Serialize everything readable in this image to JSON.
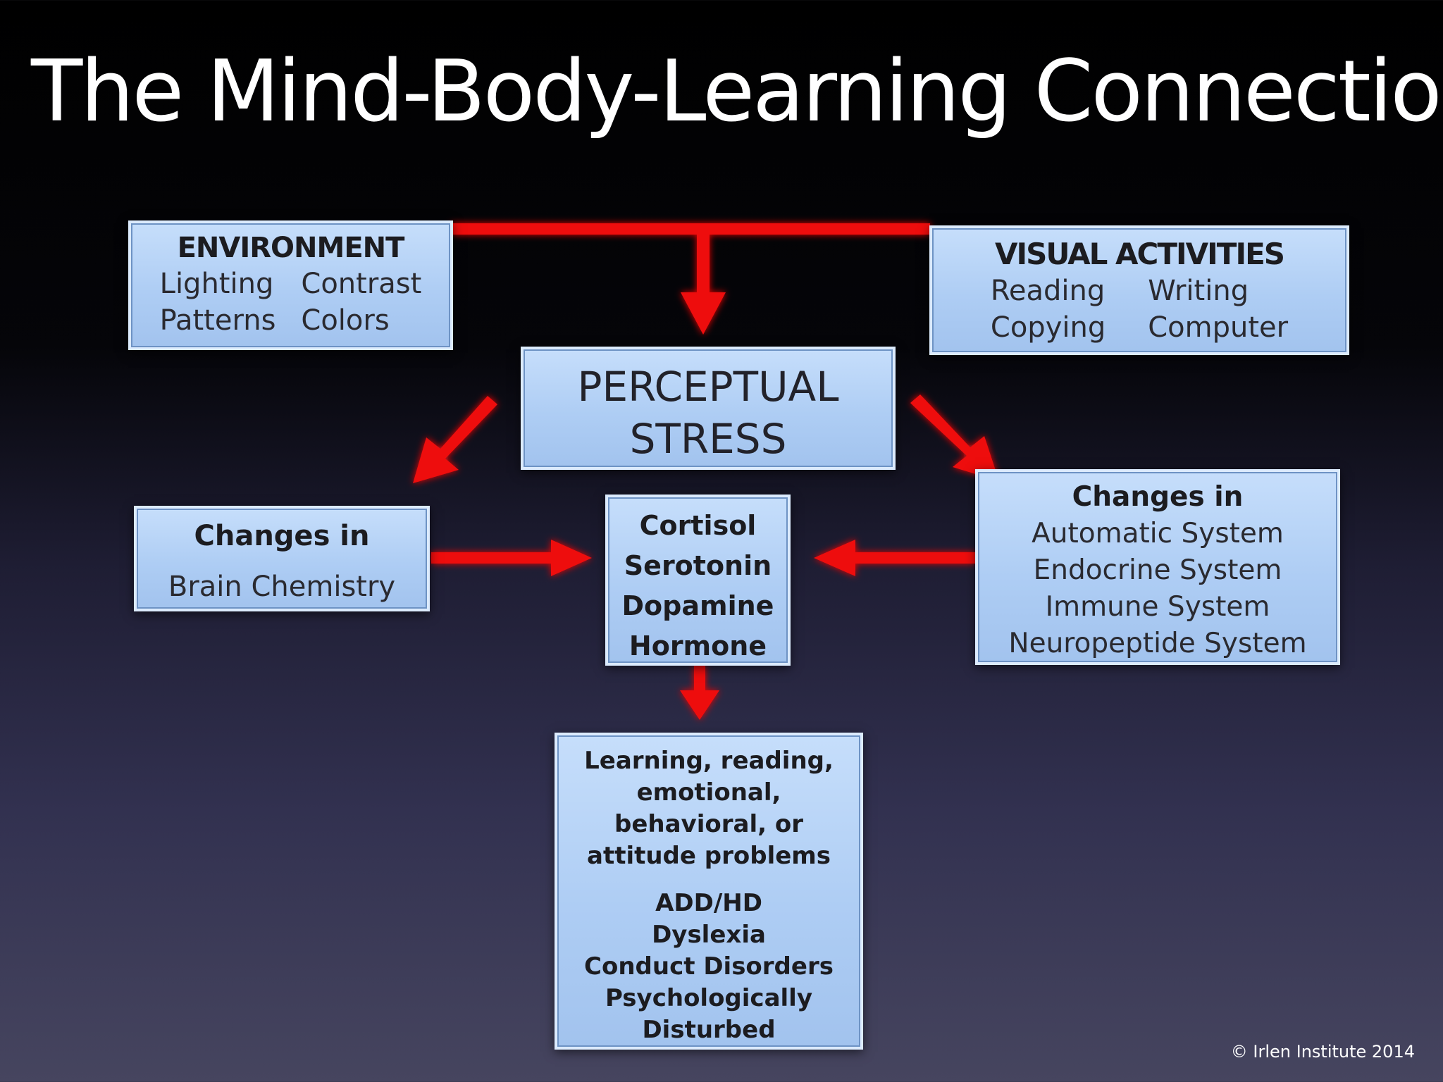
{
  "title": "The Mind-Body-Learning Connection",
  "environment": {
    "heading": "ENVIRONMENT",
    "items": [
      "Lighting",
      "Contrast",
      "Patterns",
      "Colors"
    ]
  },
  "visual_activities": {
    "heading": "VISUAL ACTIVITIES",
    "items": [
      "Reading",
      "Writing",
      "Copying",
      "Computer"
    ]
  },
  "perceptual_stress": {
    "lines": [
      "PERCEPTUAL",
      "STRESS"
    ]
  },
  "brain_chemistry": {
    "heading": "Changes in",
    "body": "Brain Chemistry"
  },
  "chemicals": {
    "items": [
      "Cortisol",
      "Serotonin",
      "Dopamine",
      "Hormone"
    ]
  },
  "systems": {
    "heading": "Changes in",
    "items": [
      "Automatic System",
      "Endocrine System",
      "Immune System",
      "Neuropeptide System"
    ]
  },
  "problems": {
    "lines": [
      "Learning, reading,",
      "emotional,",
      "behavioral, or",
      "attitude problems"
    ],
    "conditions": [
      "ADD/HD",
      "Dyslexia",
      "Conduct Disorders",
      "Psychologically",
      "Disturbed"
    ]
  },
  "footer": "© Irlen Institute 2014",
  "colors": {
    "arrow": "#ee1111",
    "box": "#aecdf4",
    "text": "#1c1c20"
  }
}
